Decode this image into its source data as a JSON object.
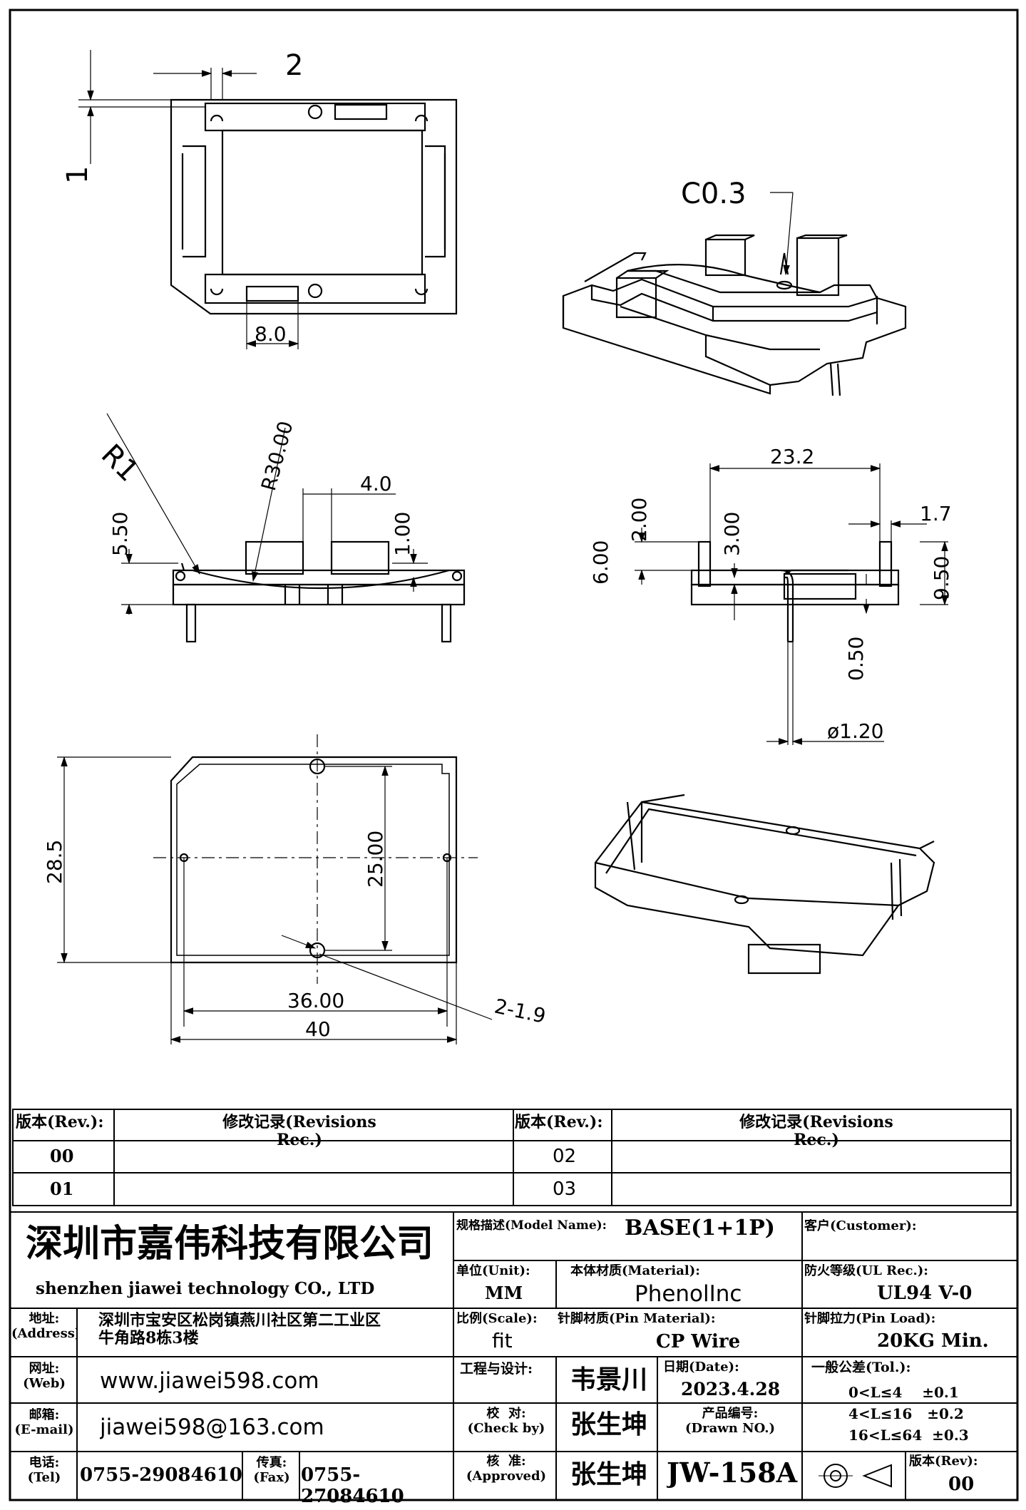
{
  "dimensions": {
    "top_gap": "2",
    "top_side": "1",
    "top_slot": "8.0",
    "chamfer": "C0.3",
    "side_r1": "R1",
    "side_r30": "R30.00",
    "side_w4": "4.0",
    "side_h550": "5.50",
    "side_h100": "1.00",
    "end_w232": "23.2",
    "end_h200": "2.00",
    "end_h300": "3.00",
    "end_h600": "6.00",
    "end_w17": "1.7",
    "end_h950": "9.50",
    "end_h050": "0.50",
    "end_dia": "ø1.20",
    "bot_h285": "28.5",
    "bot_h2500": "25.00",
    "bot_w3600": "36.00",
    "bot_w40": "40",
    "bot_holes": "2-1.9"
  },
  "revisions": {
    "rev_header": "版本(Rev.):",
    "rec_header": "修改记录(Revisions Rec.)",
    "rows": [
      {
        "rev_a": "00",
        "rev_b": "02"
      },
      {
        "rev_a": "01",
        "rev_b": "03"
      }
    ]
  },
  "title_block": {
    "company_cn": "深圳市嘉伟科技有限公司",
    "company_en": "shenzhen  jiawei  technology  CO., LTD",
    "address_label": "地址:\n(Address)",
    "address_value": "深圳市宝安区松岗镇燕川社区第二工业区\n牛角路8栋3楼",
    "web_label": "网址:\n(Web)",
    "web_value": "www.jiawei598.com",
    "email_label": "邮箱:\n(E-mail)",
    "email_value": "jiawei598@163.com",
    "tel_label": "电话:\n(Tel)",
    "tel_value": "0755-29084610",
    "fax_label": "传真:\n(Fax)",
    "fax_value": "0755-27084610",
    "model_label": "规格描述(Model Name):",
    "model_value": "BASE(1+1P)",
    "customer_label": "客户(Customer):",
    "customer_value": "",
    "unit_label": "单位(Unit):",
    "unit_value": "MM",
    "material_label": "本体材质(Material):",
    "material_value": "PhenolInc",
    "ul_label": "防火等级(UL Rec.):",
    "ul_value": "UL94 V-0",
    "scale_label": "比例(Scale):",
    "scale_value": "fit",
    "pin_material_label": "针脚材质(Pin Material):",
    "pin_material_value": "CP Wire",
    "pin_load_label": "针脚拉力(Pin Load):",
    "pin_load_value": "20KG Min.",
    "design_label": "工程与设计:",
    "design_value": "韦景川",
    "date_label": "日期(Date):",
    "date_value": "2023.4.28",
    "tol_label": "一般公差(Tol.):",
    "tol_lines": [
      "0<L≤4    ±0.1",
      "4<L≤16   ±0.2",
      "16<L≤64  ±0.3"
    ],
    "check_label": "校  对:\n(Check by)",
    "check_value": "张生坤",
    "drawn_label": "产品编号:\n(Drawn NO.)",
    "approved_label": "核  准:\n(Approved)",
    "approved_value": "张生坤",
    "drawn_value": "JW-158A",
    "rev_label": "版本(Rev):",
    "rev_value": "00"
  }
}
